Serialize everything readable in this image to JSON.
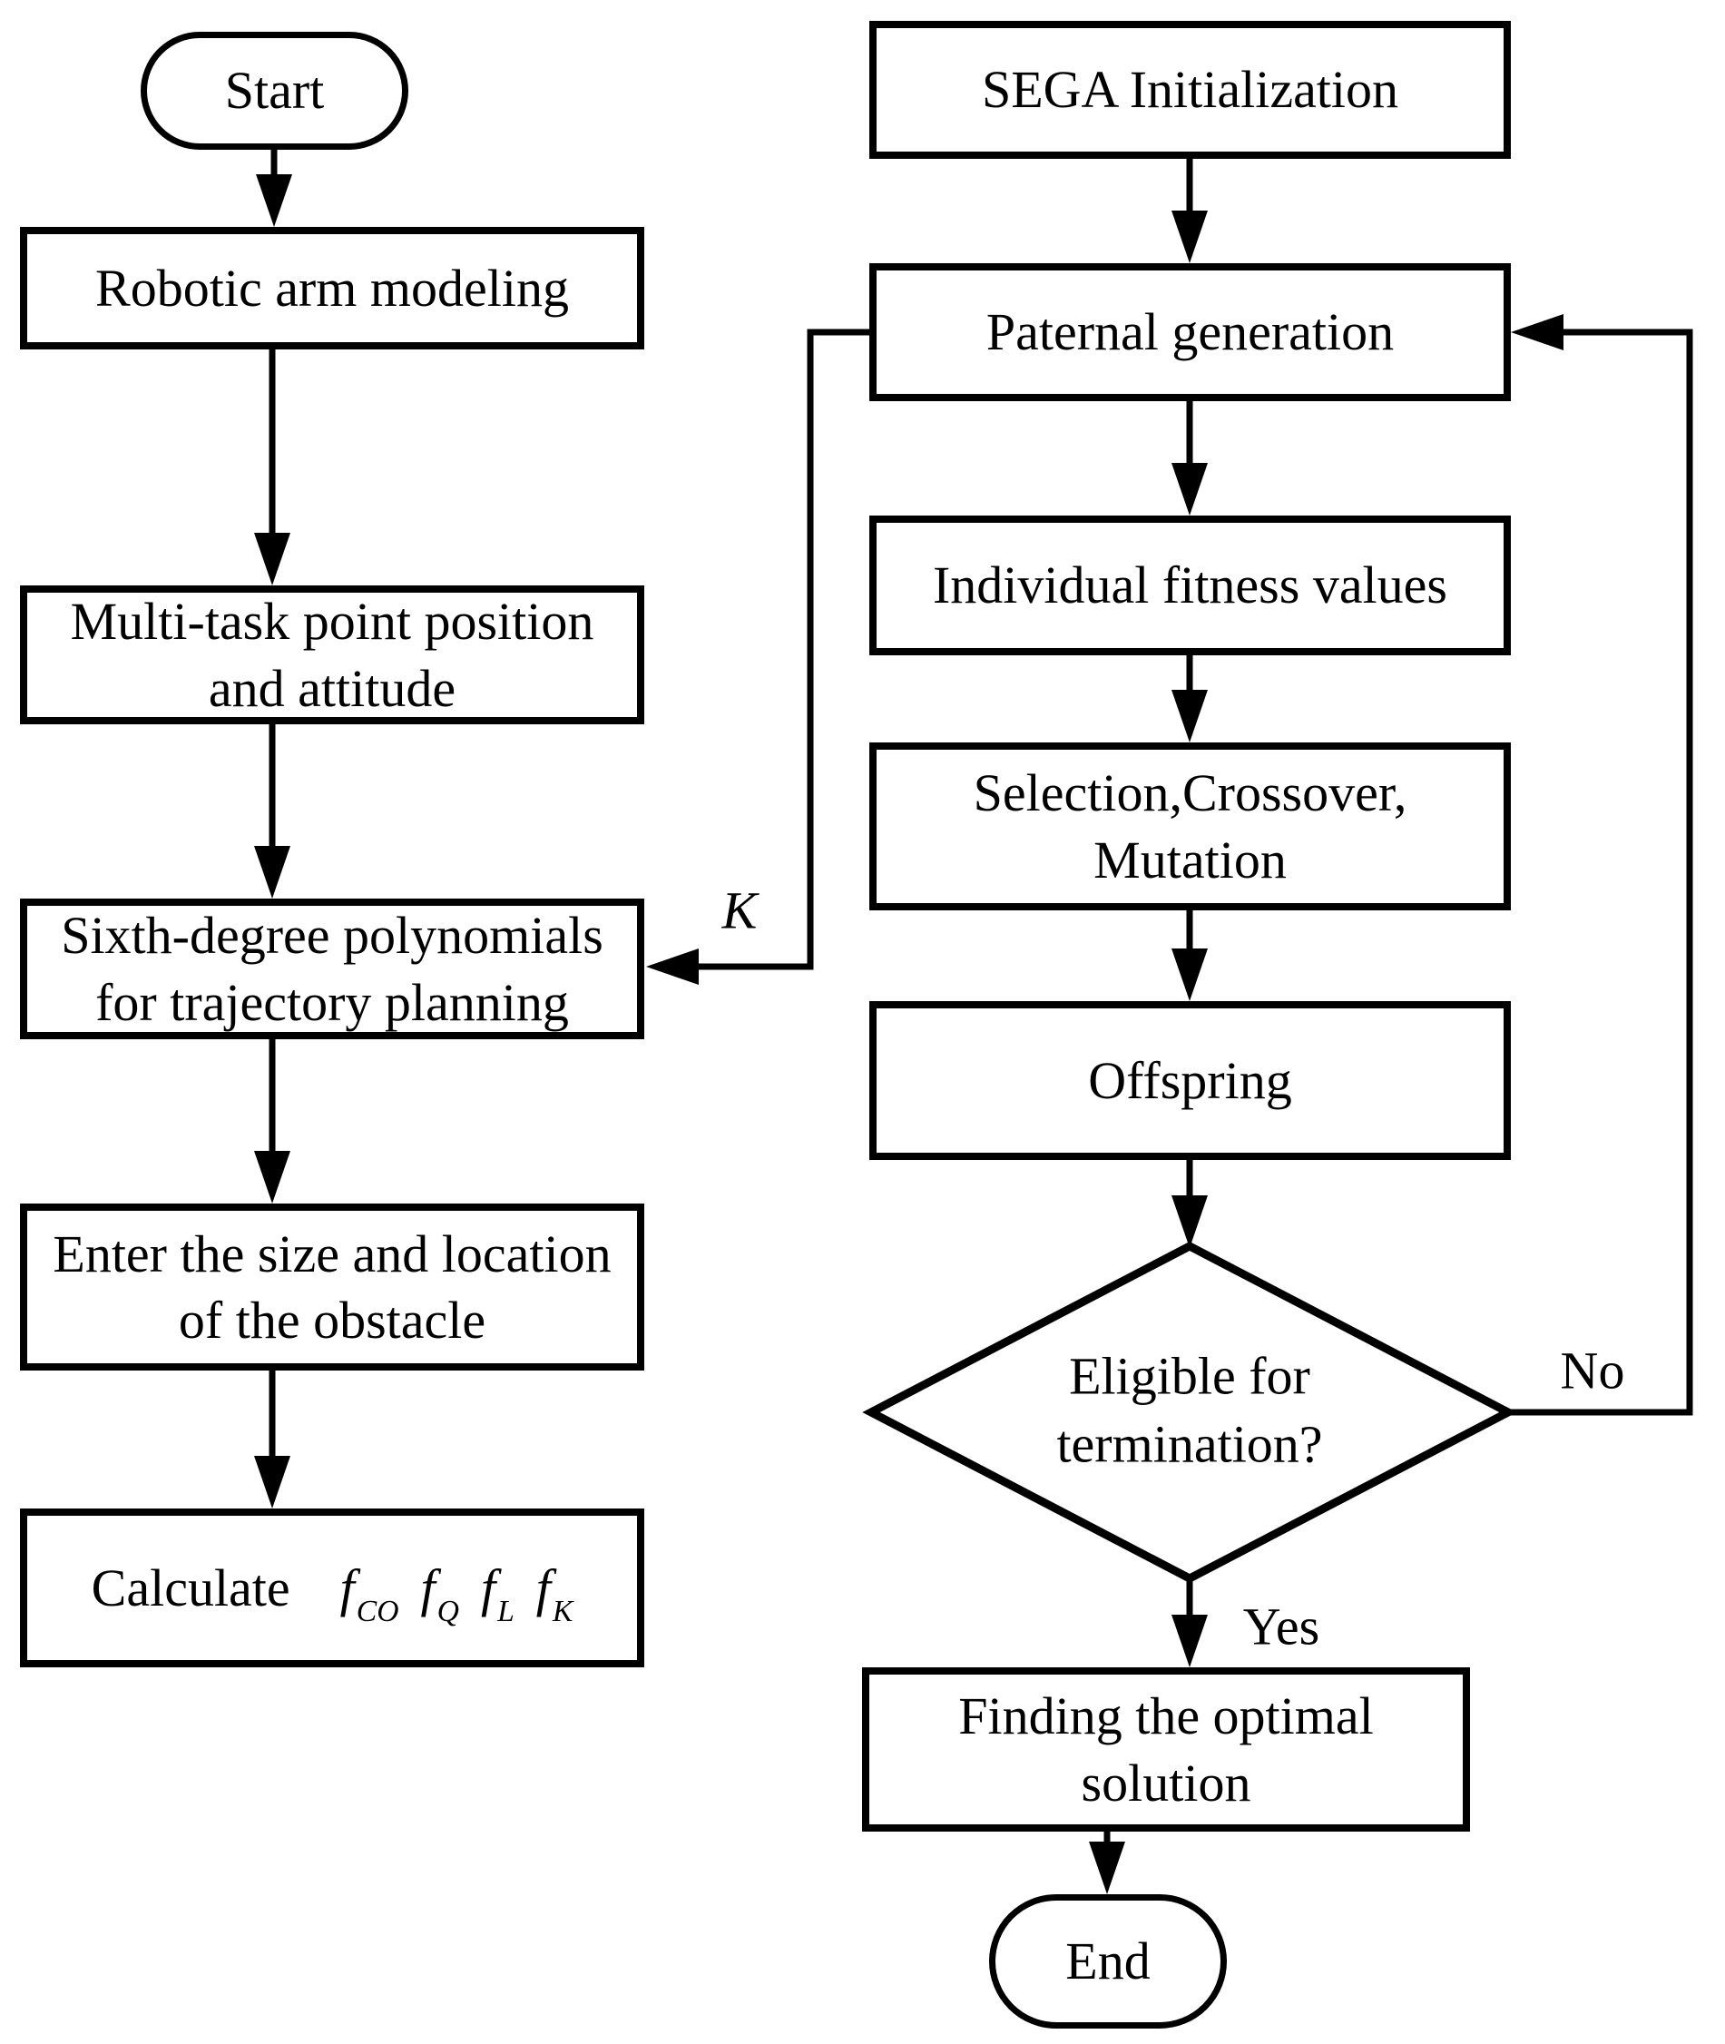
{
  "figure": {
    "background_color": "#ffffff",
    "line_color": "#000000"
  },
  "left_column": {
    "start": "Start",
    "robotic": "Robotic arm modeling",
    "multitask_lines": [
      "Multi-task point position",
      "and attitude"
    ],
    "sixth_lines": [
      "Sixth-degree polynomials",
      "for trajectory planning"
    ],
    "enter_lines": [
      "Enter the size and location",
      "of the obstacle"
    ],
    "calculate": {
      "prefix": "Calculate",
      "terms": [
        {
          "base": "f",
          "sub": "CO"
        },
        {
          "base": "f",
          "sub": "Q"
        },
        {
          "base": "f",
          "sub": "L"
        },
        {
          "base": "f",
          "sub": "K"
        }
      ]
    }
  },
  "right_column": {
    "sega": "SEGA Initialization",
    "paternal": "Paternal generation",
    "fitness": "Individual fitness values",
    "selection_lines": [
      "Selection,Crossover,",
      "Mutation"
    ],
    "offspring": "Offspring",
    "decision_lines": [
      "Eligible for",
      "termination?"
    ],
    "finding_lines": [
      "Finding the optimal",
      "solution"
    ],
    "end": "End"
  },
  "edge_labels": {
    "k": "K",
    "yes": "Yes",
    "no": "No"
  }
}
